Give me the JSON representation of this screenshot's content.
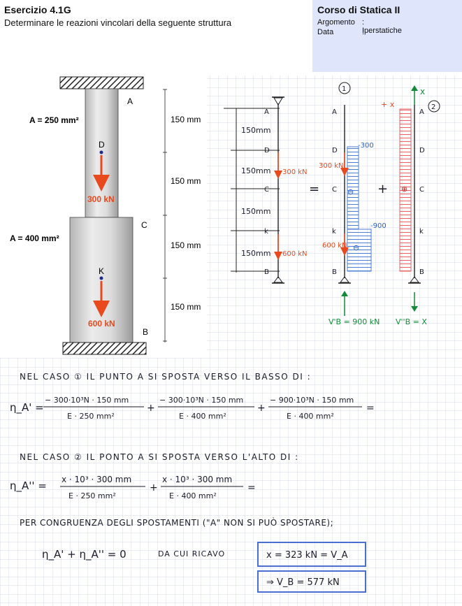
{
  "header": {
    "title": "Esercizio 4.1G",
    "subtitle": "Determinare le reazioni vincolari della seguente struttura",
    "course": "Corso di Statica II",
    "argomento_label": "Argomento",
    "argomento_value": ": Iperstatiche",
    "data_label": "Data",
    "data_value": ":"
  },
  "figure": {
    "area_top": "A = 250 mm²",
    "area_bottom": "A = 400 mm²",
    "point_a": "A",
    "point_d": "D",
    "point_c": "C",
    "point_k": "K",
    "point_b": "B",
    "load_top": "300 kN",
    "load_bottom": "600 kN",
    "dim1": "150 mm",
    "dim2": "150 mm",
    "dim3": "150 mm",
    "dim4": "150 mm"
  },
  "sketch": {
    "left_dims": [
      "150mm",
      "150mm",
      "150mm",
      "150mm"
    ],
    "left_load_1": "300 kN",
    "left_load_2": "600 kN",
    "pts": [
      "A",
      "D",
      "C",
      "k",
      "B"
    ],
    "pts_mid": [
      "A",
      "D",
      "C",
      "k",
      "B"
    ],
    "pts_right": [
      "A",
      "D",
      "C",
      "k",
      "B"
    ],
    "equals": "=",
    "plus": "+",
    "case1": "1",
    "case2": "2",
    "mid_load_1": "300 kN",
    "mid_load_2": "600 kN",
    "n_top": "-300",
    "n_bottom": "-900",
    "sign_mid": "⊖",
    "sign_mid_2": "⊖",
    "sign_right": "⊕",
    "x_top": "x",
    "plus_x": "+ x",
    "rb1": "V'B = 900 kN",
    "rb2": "V''B = X"
  },
  "notes": {
    "line1": "NEL CASO ① IL PUNTO A SI SPOSTA VERSO IL BASSO DI :",
    "eq1_lhs": "η_A' =",
    "eq1_t1_num": "− 300·10³N · 150 mm",
    "eq1_t1_den": "E · 250 mm²",
    "eq1_t2_num": "− 300·10³N · 150 mm",
    "eq1_t2_den": "E · 400 mm²",
    "eq1_t3_num": "− 900·10³N · 150 mm",
    "eq1_t3_den": "E · 400 mm²",
    "eq1_end": "=",
    "line2": "NEL CASO ② IL PONTO A SI SPOSTA VERSO L'ALTO DI :",
    "eq2_lhs": "η_A'' =",
    "eq2_t1_num": "x · 10³ · 300 mm",
    "eq2_t1_den": "E · 250 mm²",
    "eq2_t2_num": "x · 10³ · 300 mm",
    "eq2_t2_den": "E · 400 mm²",
    "eq2_end": "=",
    "line3": "PER CONGRUENZA DEGLI SPOSTAMENTI (\"A\" NON SI PUÒ SPOSTARE);",
    "eq3": "η_A' + η_A'' = 0",
    "eq3_mid": "DA CUI RICAVO",
    "result1": "x = 323 kN = V_A",
    "result2": "⇒ V_B = 577 kN"
  }
}
